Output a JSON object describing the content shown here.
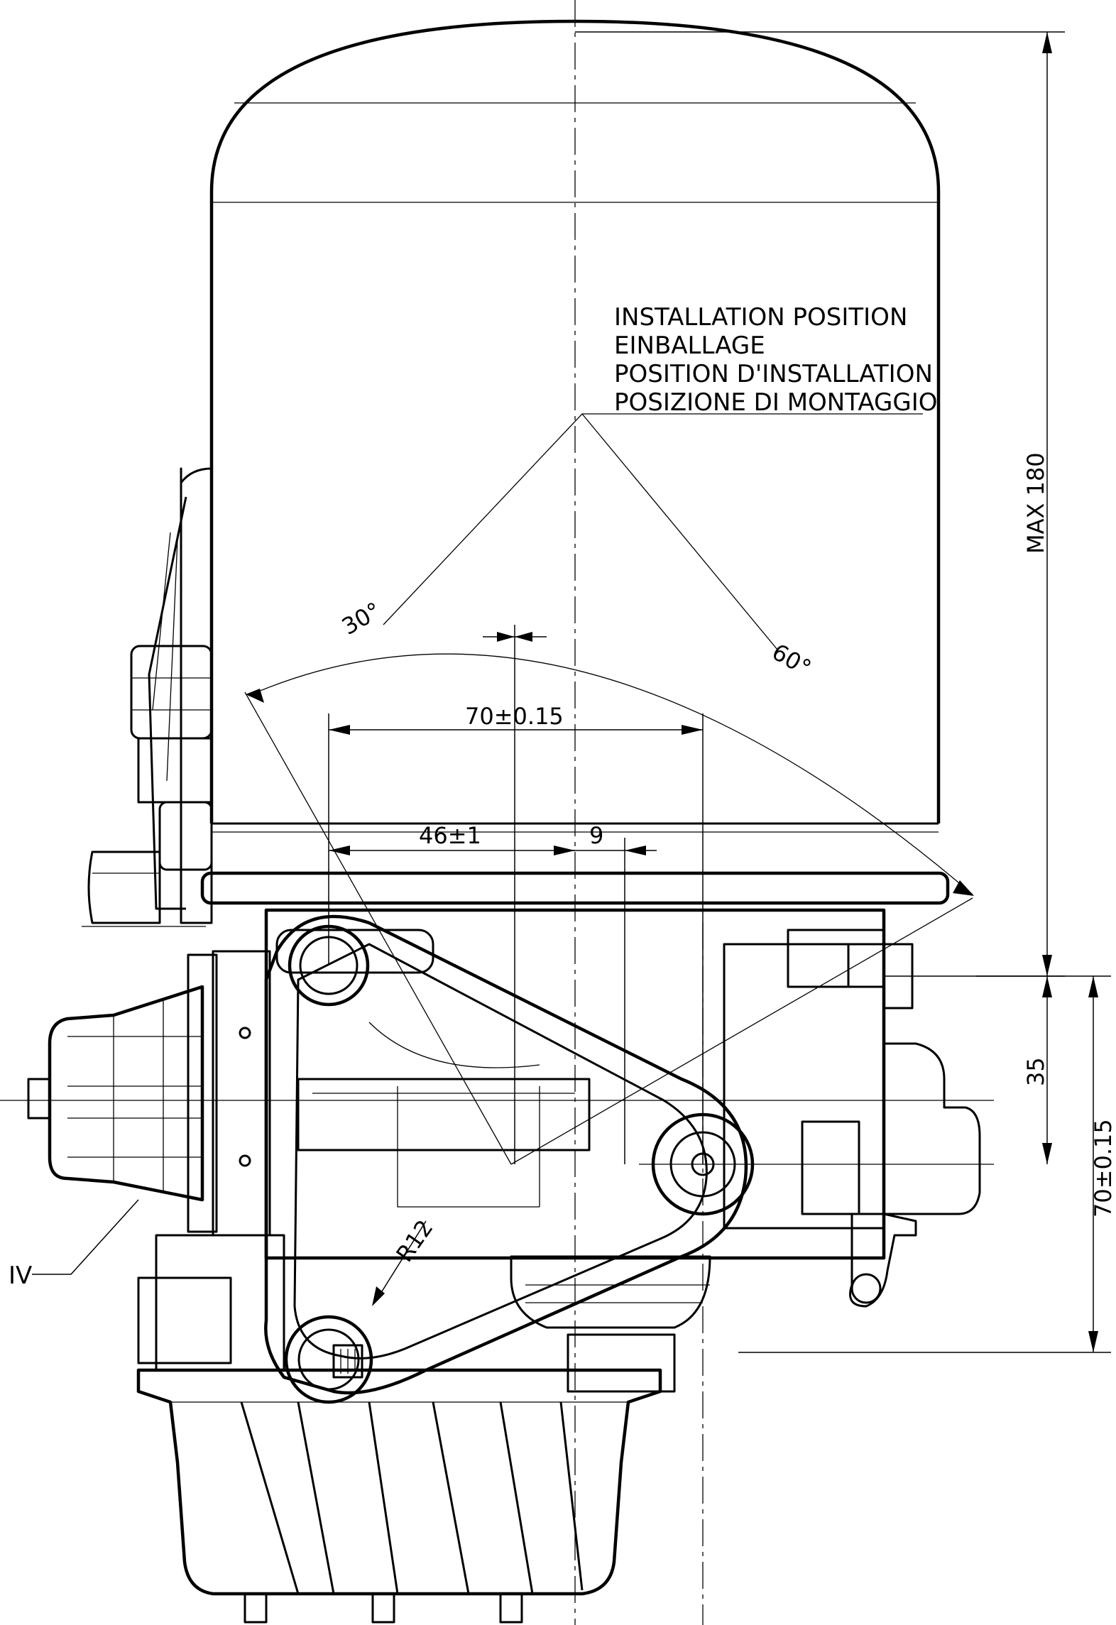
{
  "installation_note": {
    "line_en": "INSTALLATION POSITION",
    "line_de": "EINBALLAGE",
    "line_fr": "POSITION D'INSTALLATION",
    "line_it": "POSIZIONE DI MONTAGGIO"
  },
  "angles": {
    "left": "30°",
    "right": "60°"
  },
  "dimensions": {
    "max_height": "MAX 180",
    "hole_spacing_horizontal": "70±0.15",
    "offset_46": "46±1",
    "offset_9": "9",
    "vertical_35": "35",
    "hole_spacing_vertical": "70±0.15",
    "radius": "R12"
  },
  "callouts": {
    "view_marker": "IV"
  }
}
